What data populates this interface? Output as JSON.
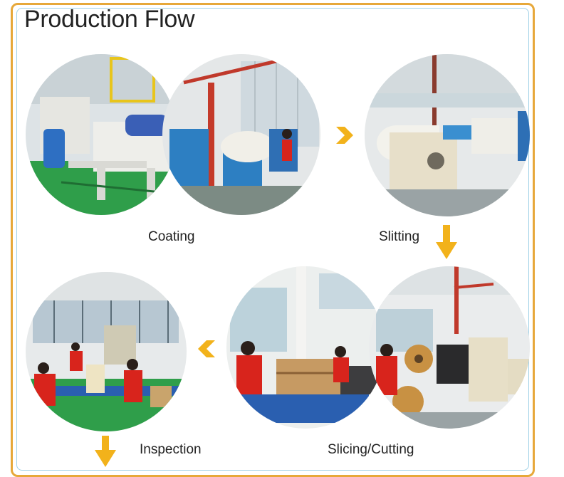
{
  "title": "Production Flow",
  "steps": {
    "coating": "Coating",
    "slitting": "Slitting",
    "slicing": "Slicing/Cutting",
    "inspection": "Inspection"
  },
  "colors": {
    "frame": "#e7a83a",
    "arrow": "#f2b21b",
    "floor_green": "#2f9e4a",
    "machine_blue": "#2d7fc2",
    "worker_red": "#d8241c"
  },
  "icons": [
    "arrow-right-icon",
    "arrow-down-icon",
    "arrow-left-icon"
  ]
}
